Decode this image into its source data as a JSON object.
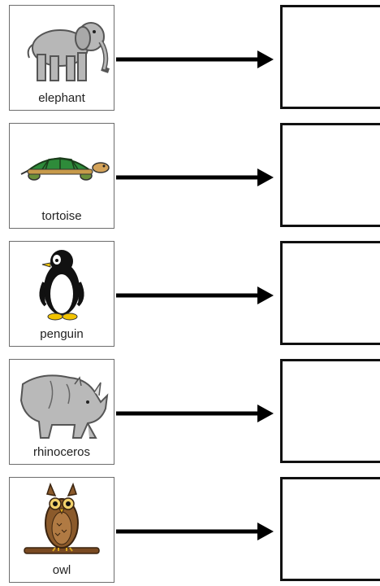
{
  "worksheet": {
    "items": [
      {
        "label": "elephant",
        "icon": "elephant-icon"
      },
      {
        "label": "tortoise",
        "icon": "tortoise-icon"
      },
      {
        "label": "penguin",
        "icon": "penguin-icon"
      },
      {
        "label": "rhinoceros",
        "icon": "rhinoceros-icon"
      },
      {
        "label": "owl",
        "icon": "owl-icon"
      }
    ]
  },
  "colors": {
    "card_border": "#6d6d6d",
    "arrow": "#000000",
    "answer_box_border": "#111111"
  }
}
